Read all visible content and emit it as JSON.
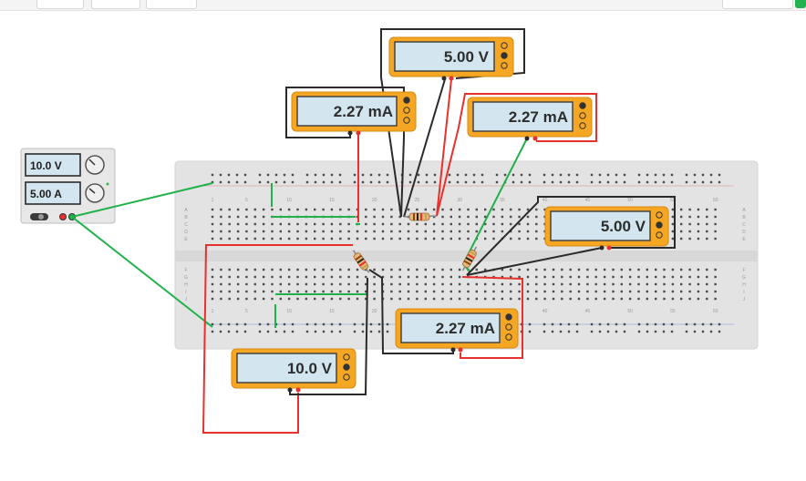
{
  "power_supply": {
    "voltage": "10.0 V",
    "current": "5.00 A"
  },
  "breadboard": {
    "column_numbers": [
      "1",
      "5",
      "10",
      "15",
      "20",
      "25",
      "30",
      "35",
      "40",
      "45",
      "50",
      "55",
      "60"
    ],
    "row_letters_top": [
      "A",
      "B",
      "C",
      "D",
      "E"
    ],
    "row_letters_bottom": [
      "F",
      "G",
      "H",
      "I",
      "J"
    ]
  },
  "meters": {
    "meter_top_voltage": "5.00 V",
    "meter_left_current": "2.27 mA",
    "meter_right_current": "2.27 mA",
    "meter_right_voltage": "5.00 V",
    "meter_bottom_current": "2.27 mA",
    "meter_bottom_voltage": "10.0 V"
  },
  "colors": {
    "meter_body": "#f5a623",
    "meter_screen": "#d3e6ef",
    "wire_red": "#e8302c",
    "wire_green": "#1fb24a",
    "wire_black": "#2a2a2a",
    "breadboard": "#e3e3e3"
  }
}
